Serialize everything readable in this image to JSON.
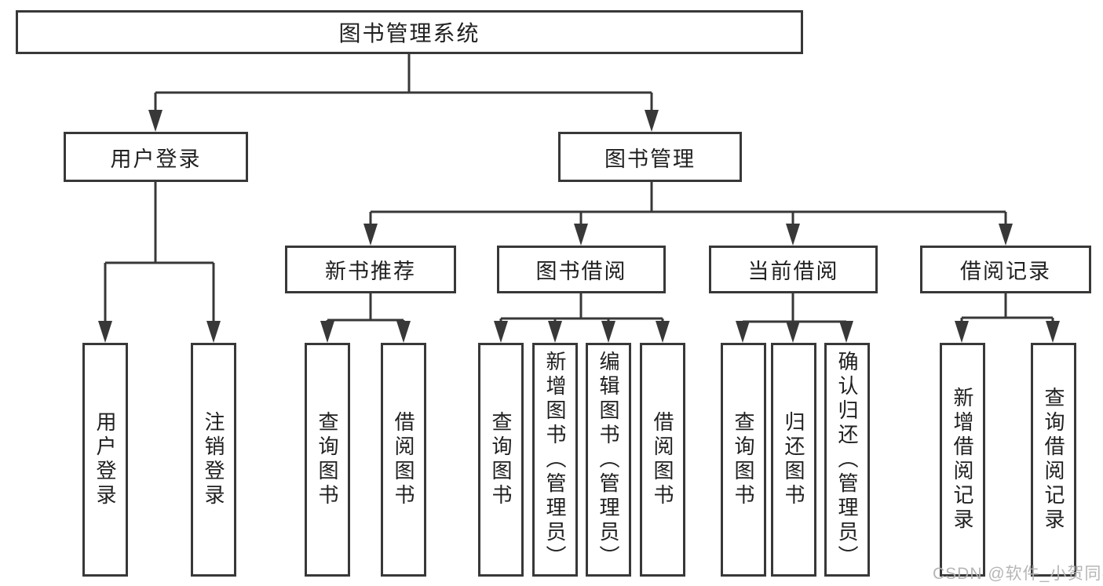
{
  "diagram": {
    "tree": {
      "label": "图书管理系统",
      "children": [
        {
          "label": "用户登录",
          "children": [
            {
              "label": "用户登录"
            },
            {
              "label": "注销登录"
            }
          ]
        },
        {
          "label": "图书管理",
          "children": [
            {
              "label": "新书推荐",
              "children": [
                {
                  "label": "查询图书"
                },
                {
                  "label": "借阅图书"
                }
              ]
            },
            {
              "label": "图书借阅",
              "children": [
                {
                  "label": "查询图书"
                },
                {
                  "label": "新增图书（管理员）"
                },
                {
                  "label": "编辑图书（管理员）"
                },
                {
                  "label": "借阅图书"
                }
              ]
            },
            {
              "label": "当前借阅",
              "children": [
                {
                  "label": "查询图书"
                },
                {
                  "label": "归还图书"
                },
                {
                  "label": "确认归还（管理员）"
                }
              ]
            },
            {
              "label": "借阅记录",
              "children": [
                {
                  "label": "新增借阅记录"
                },
                {
                  "label": "查询借阅记录"
                }
              ]
            }
          ]
        }
      ]
    }
  },
  "watermark": {
    "text": "CSDN @软件_小贺同学"
  },
  "colors": {
    "line": "#383838",
    "box_border": "#383838",
    "text": "#202020",
    "watermark": "#b2b2b2",
    "background": "#ffffff"
  }
}
